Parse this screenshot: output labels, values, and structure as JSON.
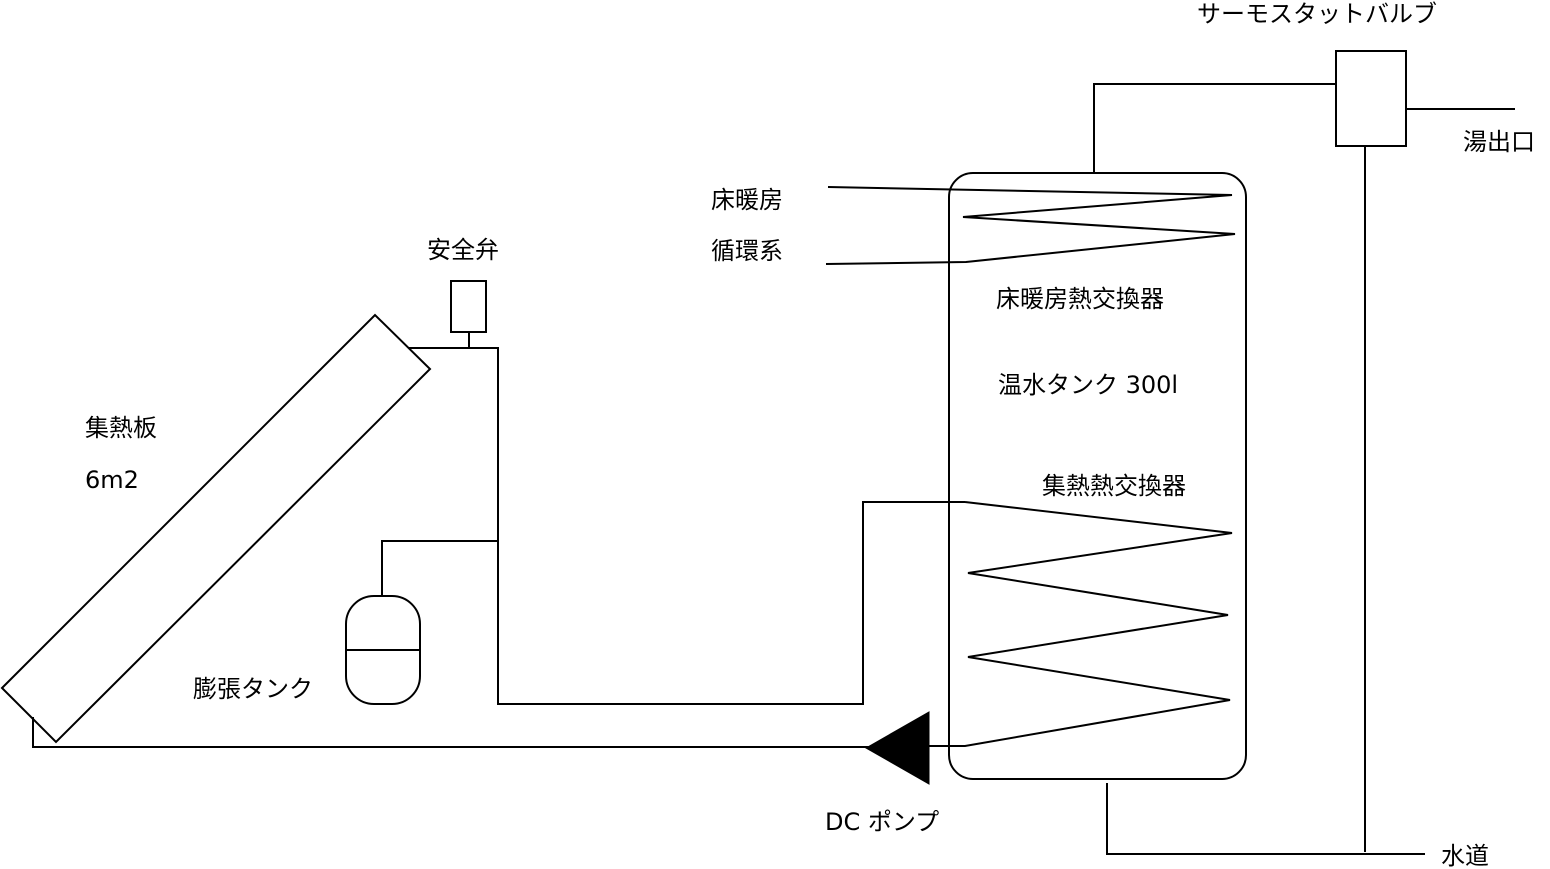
{
  "labels": {
    "thermostat_valve": "サーモスタットバルブ",
    "hot_water_outlet": "湯出口",
    "floor_heating": "床暖房",
    "circulation_system": "循環系",
    "safety_valve": "安全弁",
    "floor_heating_exchanger": "床暖房熱交換器",
    "hot_water_tank": "温水タンク 300l",
    "collector": "集熱板",
    "collector_area": "6m2",
    "collector_exchanger": "集熱熱交換器",
    "expansion_tank": "膨張タンク",
    "dc_pump": "DC ポンプ",
    "water_supply": "水道"
  },
  "colors": {
    "line": "#000000",
    "background": "#ffffff"
  }
}
